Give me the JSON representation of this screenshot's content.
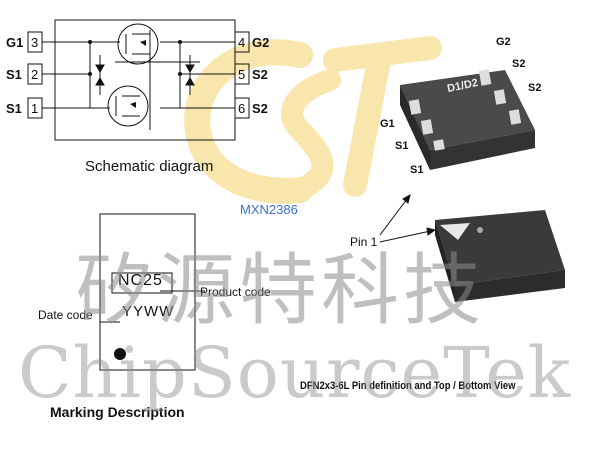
{
  "schematic": {
    "left_pins": [
      {
        "name": "G1",
        "num": "3"
      },
      {
        "name": "S1",
        "num": "2"
      },
      {
        "name": "S1",
        "num": "1"
      }
    ],
    "right_pins": [
      {
        "num": "4",
        "name": "G2"
      },
      {
        "num": "5",
        "name": "S2"
      },
      {
        "num": "6",
        "name": "S2"
      }
    ],
    "caption": "Schematic diagram"
  },
  "watermark": {
    "logo": "CST",
    "part_number": "MXN2386",
    "chinese": "矽源特科技",
    "english": "ChipSourceTek"
  },
  "marking": {
    "code": "NC25",
    "date_pattern": "YYWW",
    "product_code_label": "Product code",
    "date_code_label": "Date code",
    "title": "Marking Description"
  },
  "package": {
    "top_chip_label": "D1/D2",
    "top_pins_right": [
      "G2",
      "S2",
      "S2"
    ],
    "top_pins_left": [
      "G1",
      "S1",
      "S1"
    ],
    "pin1_label": "Pin 1",
    "caption": "DFN2x3-6L Pin definition and Top / Bottom View"
  },
  "colors": {
    "logo_yellow": "#f5d36a",
    "part_number_blue": "#3d6fcf",
    "chip_dark": "#3a3a3a"
  }
}
